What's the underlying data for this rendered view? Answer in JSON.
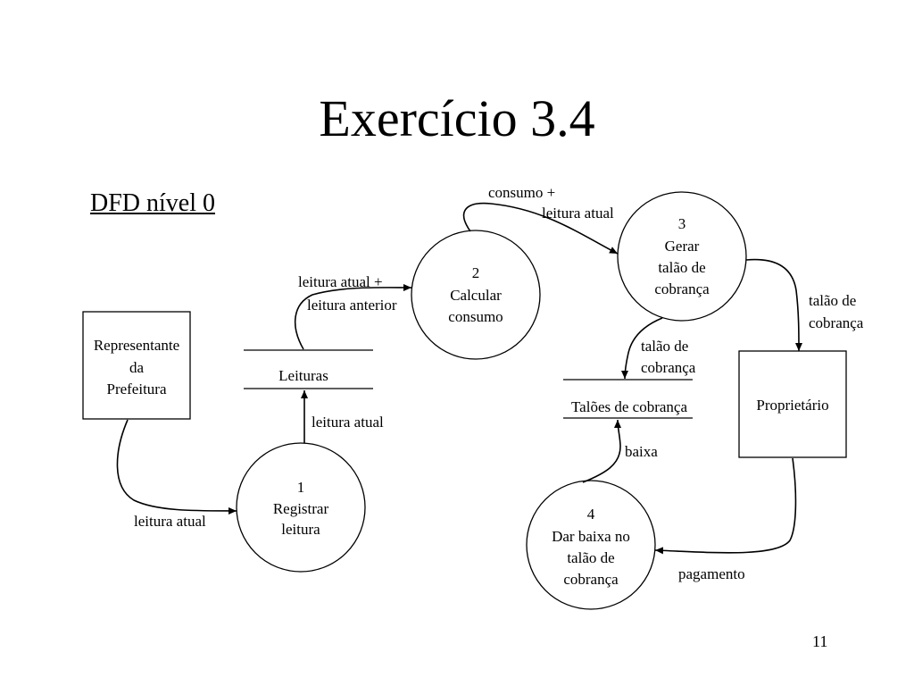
{
  "slide": {
    "title": "Exercício 3.4",
    "subtitle": "DFD nível 0",
    "page_number": "11"
  },
  "entities": {
    "representante": [
      "Representante",
      "da",
      "Prefeitura"
    ],
    "proprietario": [
      "Proprietário"
    ]
  },
  "processes": {
    "p1": [
      "1",
      "Registrar",
      "leitura"
    ],
    "p2": [
      "2",
      "Calcular",
      "consumo"
    ],
    "p3": [
      "3",
      "Gerar",
      "talão de",
      "cobrança"
    ],
    "p4": [
      "4",
      "Dar baixa no",
      "talão de",
      "cobrança"
    ]
  },
  "stores": {
    "leituras": "Leituras",
    "taloes": "Talões de cobrança"
  },
  "flows": {
    "rep_to_p1": "leitura atual",
    "p1_to_leituras": "leitura atual",
    "leituras_to_p2": [
      "leitura atual +",
      "leitura anterior"
    ],
    "p2_to_p3": [
      "consumo +",
      "leitura atual"
    ],
    "p3_to_proprietario": [
      "talão de",
      "cobrança"
    ],
    "p3_to_taloes": [
      "talão de",
      "cobrança"
    ],
    "p4_to_taloes": "baixa",
    "proprietario_to_p4": "pagamento"
  }
}
